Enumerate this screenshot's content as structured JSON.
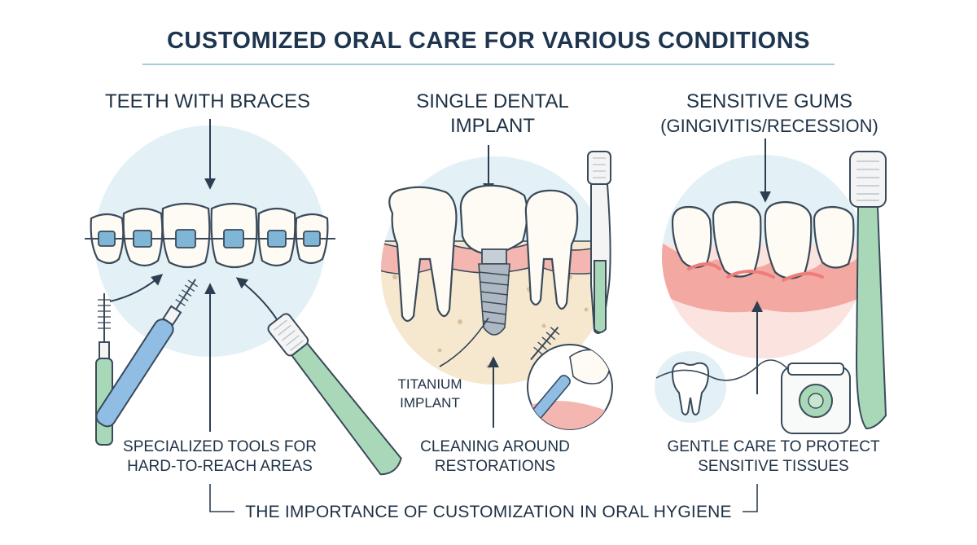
{
  "title": "CUSTOMIZED ORAL CARE FOR VARIOUS CONDITIONS",
  "panels": [
    {
      "heading": "TEETH WITH BRACES",
      "caption_line1": "SPECIALIZED TOOLS FOR",
      "caption_line2": "HARD-TO-REACH AREAS"
    },
    {
      "heading_line1": "SINGLE DENTAL",
      "heading_line2": "IMPLANT",
      "callout_line1": "TITANIUM",
      "callout_line2": "IMPLANT",
      "caption_line1": "CLEANING AROUND",
      "caption_line2": "RESTORATIONS"
    },
    {
      "heading_line1": "SENSITIVE GUMS",
      "heading_line2": "(GINGIVITIS/RECESSION)",
      "caption_line1": "GENTLE CARE TO PROTECT",
      "caption_line2": "SENSITIVE TISSUES"
    }
  ],
  "footer": "THE IMPORTANCE OF CUSTOMIZATION IN ORAL HYGIENE",
  "colors": {
    "title": "#1e3550",
    "circle_bg": "#e3f1f7",
    "gum": "#f3b6b0",
    "inflamed": "#ef7d7a",
    "bone": "#f6e7cf",
    "tooth": "#fdfbf3",
    "bracket": "#7fb6d6",
    "brush_handle": "#a9d8b8",
    "interdental": "#8fbde3"
  }
}
